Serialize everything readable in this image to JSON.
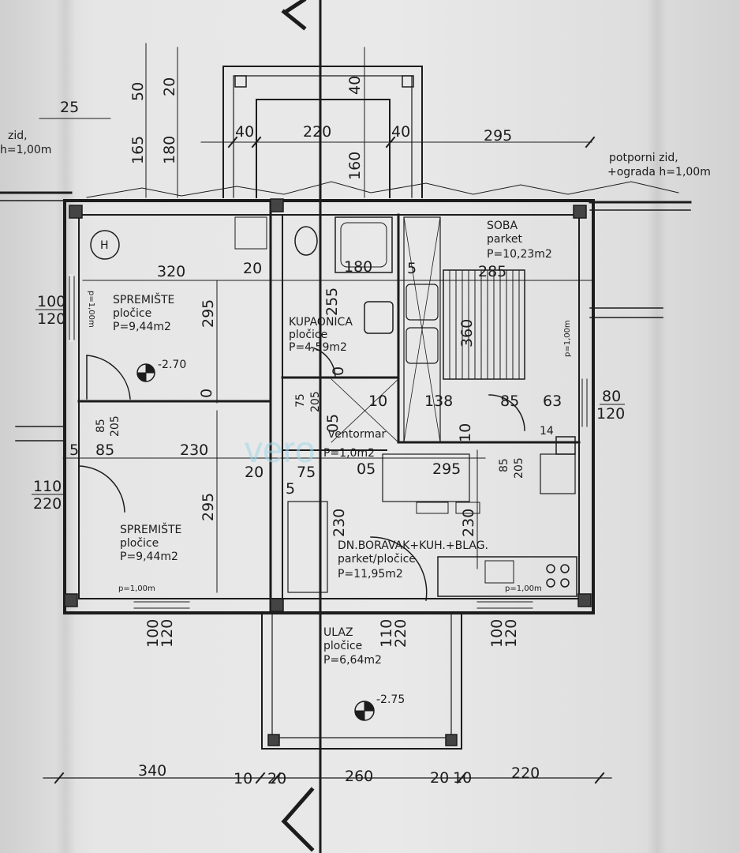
{
  "rooms": {
    "storage_top": {
      "name": "SPREMIŠTE",
      "floor": "pločice",
      "area": "P=9,44m2"
    },
    "storage_bottom": {
      "name": "SPREMIŠTE",
      "floor": "pločice",
      "area": "P=9,44m2"
    },
    "bathroom": {
      "name": "KUPAONICA",
      "floor": "pločice",
      "area": "P=4,59m2"
    },
    "wardrobe": {
      "name": "ventormar",
      "area": "P=1,0m2"
    },
    "bedroom": {
      "name": "SOBA",
      "floor": "parket",
      "area": "P=10,23m2"
    },
    "living": {
      "name": "DN.BORAVAK+KUH.+BLAG.",
      "floor": "parket/pločice",
      "area": "P=11,95m2"
    },
    "entrance": {
      "name": "ULAZ",
      "floor": "pločice",
      "area": "P=6,64m2"
    }
  },
  "notes": {
    "wall_left_1": "zid,",
    "wall_left_2": "h=1,00m",
    "retaining_1": "potporni zid,",
    "retaining_2": "+ograda h=1,00m",
    "level_1": "-2.70",
    "level_2": "-2.75",
    "heater": "H",
    "parapet": "p=1,00m",
    "parapet_vertical": "p=1,00m"
  },
  "dimensions": {
    "top_a": "40",
    "top_b": "220",
    "top_c": "40",
    "top_d": "295",
    "top_e": "50",
    "top_f": "20",
    "top_g": "40",
    "top_h": "160",
    "v_165": "165",
    "v_180": "180",
    "wall_25": "25",
    "d320": "320",
    "d20a": "20",
    "d180": "180",
    "d5a": "5",
    "d285": "285",
    "d295a": "295",
    "d255": "255",
    "d360": "360",
    "d10": "10",
    "d138": "138",
    "d85a": "85",
    "d63": "63",
    "d14": "14",
    "d10b": "10",
    "d75a": "75",
    "d205a": "205",
    "d05a": "05",
    "d0": "0",
    "d0b": "0",
    "d85b": "85",
    "d205b": "205",
    "d5b": "5",
    "d85c": "85",
    "d230a": "230",
    "d20b": "20",
    "d75b": "75",
    "d05b": "05",
    "d295b": "295",
    "d85d": "85",
    "d205c": "205",
    "d5c": "5",
    "d295c": "295",
    "d230b": "230",
    "d230c": "230",
    "win_100_120_a_top": "100",
    "win_100_120_a_bot": "120",
    "win_80_120_top": "80",
    "win_80_120_bot": "120",
    "door_110_220_top": "110",
    "door_110_220_bot": "220",
    "win_100_120_b_top": "100",
    "win_100_120_b_bot": "120",
    "door_110_220_b_top": "110",
    "door_110_220_b_bot": "220",
    "win_100_120_c_top": "100",
    "win_100_120_c_bot": "120",
    "bottom_340": "340",
    "bottom_10": "10",
    "bottom_20a": "20",
    "bottom_260": "260",
    "bottom_20b": "20",
    "bottom_10b": "10",
    "bottom_220": "220"
  },
  "colors": {
    "ink": "#1c1c1c",
    "paper": "#e6e6e6",
    "watermark": "#9fd6ea"
  }
}
